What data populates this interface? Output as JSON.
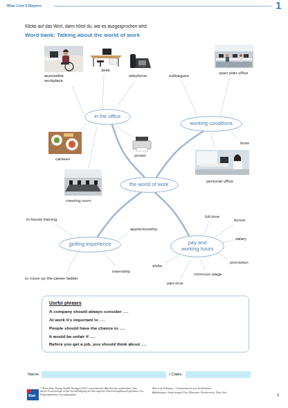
{
  "diagram": {
    "title": "Word bank: Talking about the world of work",
    "nodes": [
      {
        "text": [
          "in the office"
        ]
      },
      {
        "text": [
          "working conditions"
        ]
      },
      {
        "text": [
          "the world of work"
        ]
      },
      {
        "text": [
          "getting experience"
        ]
      },
      {
        "text": [
          "pay and working hours"
        ]
      },
      {
        "text": [
          "Useful phrases",
          "A company should always consider ….",
          "At work it’s important to ….",
          "People should have the chance to ….",
          "It would be unfair if ….",
          "Before you get a job, you should think about …."
        ]
      }
    ],
    "edges": [
      {
        "from": 2,
        "to": 0,
        "arrow": "none"
      },
      {
        "from": 2,
        "to": 1,
        "arrow": "none"
      },
      {
        "from": 2,
        "to": 3,
        "arrow": "none"
      },
      {
        "from": 2,
        "to": 4,
        "arrow": "none"
      }
    ],
    "labels": [
      "Blue Line 6 Bayern",
      "1",
      "Klicke auf das Wort, dann hörst du, wie es ausgesprochen wird.",
      "accessible workplace",
      "desk",
      "telephone",
      "colleagues",
      "open plan office",
      "canteen",
      "printer",
      "boss",
      "personal office",
      "meeting room",
      "in-house training",
      "apprenticeship",
      "full-time",
      "bonus",
      "salary",
      "promotion",
      "shifts",
      "minimum wage",
      "part-time",
      "internship",
      "to move up the career ladder",
      "Name",
      "/ Class",
      "© Ernst Klett Verlag GmbH, Stuttgart 2022 | www.klett.de | Alle Rechte vorbehalten. Von dieser Druckvorlage ist die Vervielfältigung für den eigenen Unterrichtsgebrauch gestattet. Die Kopiergebühren sind abgegolten.",
      "Blue Line 6 Bayern · Onlinematerial zum Schülerbuch",
      "Abbildungen: Getty Images Plus, München; Shutterstock, New York",
      "Klett",
      "1"
    ]
  }
}
